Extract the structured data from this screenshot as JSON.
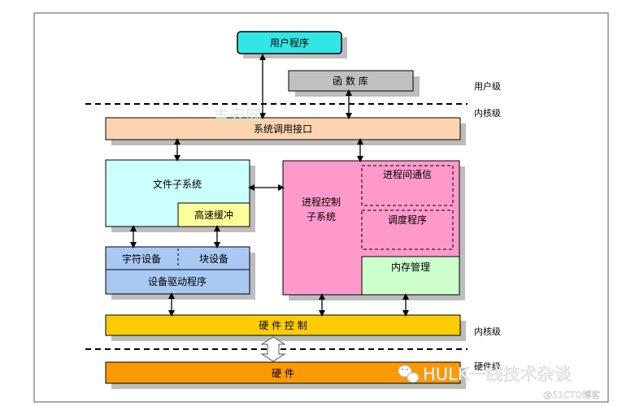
{
  "diagram": {
    "user_program": "用户程序",
    "library": "函  数  库",
    "level_user": "用户级",
    "level_kernel_top": "内核级",
    "syscall": "系统调用接口",
    "fs_subsystem": "文件子系统",
    "cache": "高速缓冲",
    "char_device": "字符设备",
    "block_device": "块设备",
    "device_driver": "设备驱动程序",
    "process_control_line1": "进程控制",
    "process_control_line2": "子系统",
    "ipc": "进程间通信",
    "scheduler": "调度程序",
    "memory": "内存管理",
    "hw_control": "硬    件    控    制",
    "level_kernel_bottom": "内核级",
    "hardware": "硬                件",
    "level_hardware": "硬件级"
  },
  "watermarks": {
    "center": "吉云网",
    "brand": "HULK一线技术杂谈",
    "site": "@51CTO博客"
  },
  "colors": {
    "cyan": "#33e6e6",
    "gray": "#c0c0c0",
    "peach": "#fdd3b0",
    "lightcyan": "#ccffff",
    "yellow": "#ffff99",
    "blue": "#a9c8f3",
    "pink": "#ff99cc",
    "green": "#ccffcc",
    "gold": "#ffcc00",
    "orange": "#ff9900"
  }
}
